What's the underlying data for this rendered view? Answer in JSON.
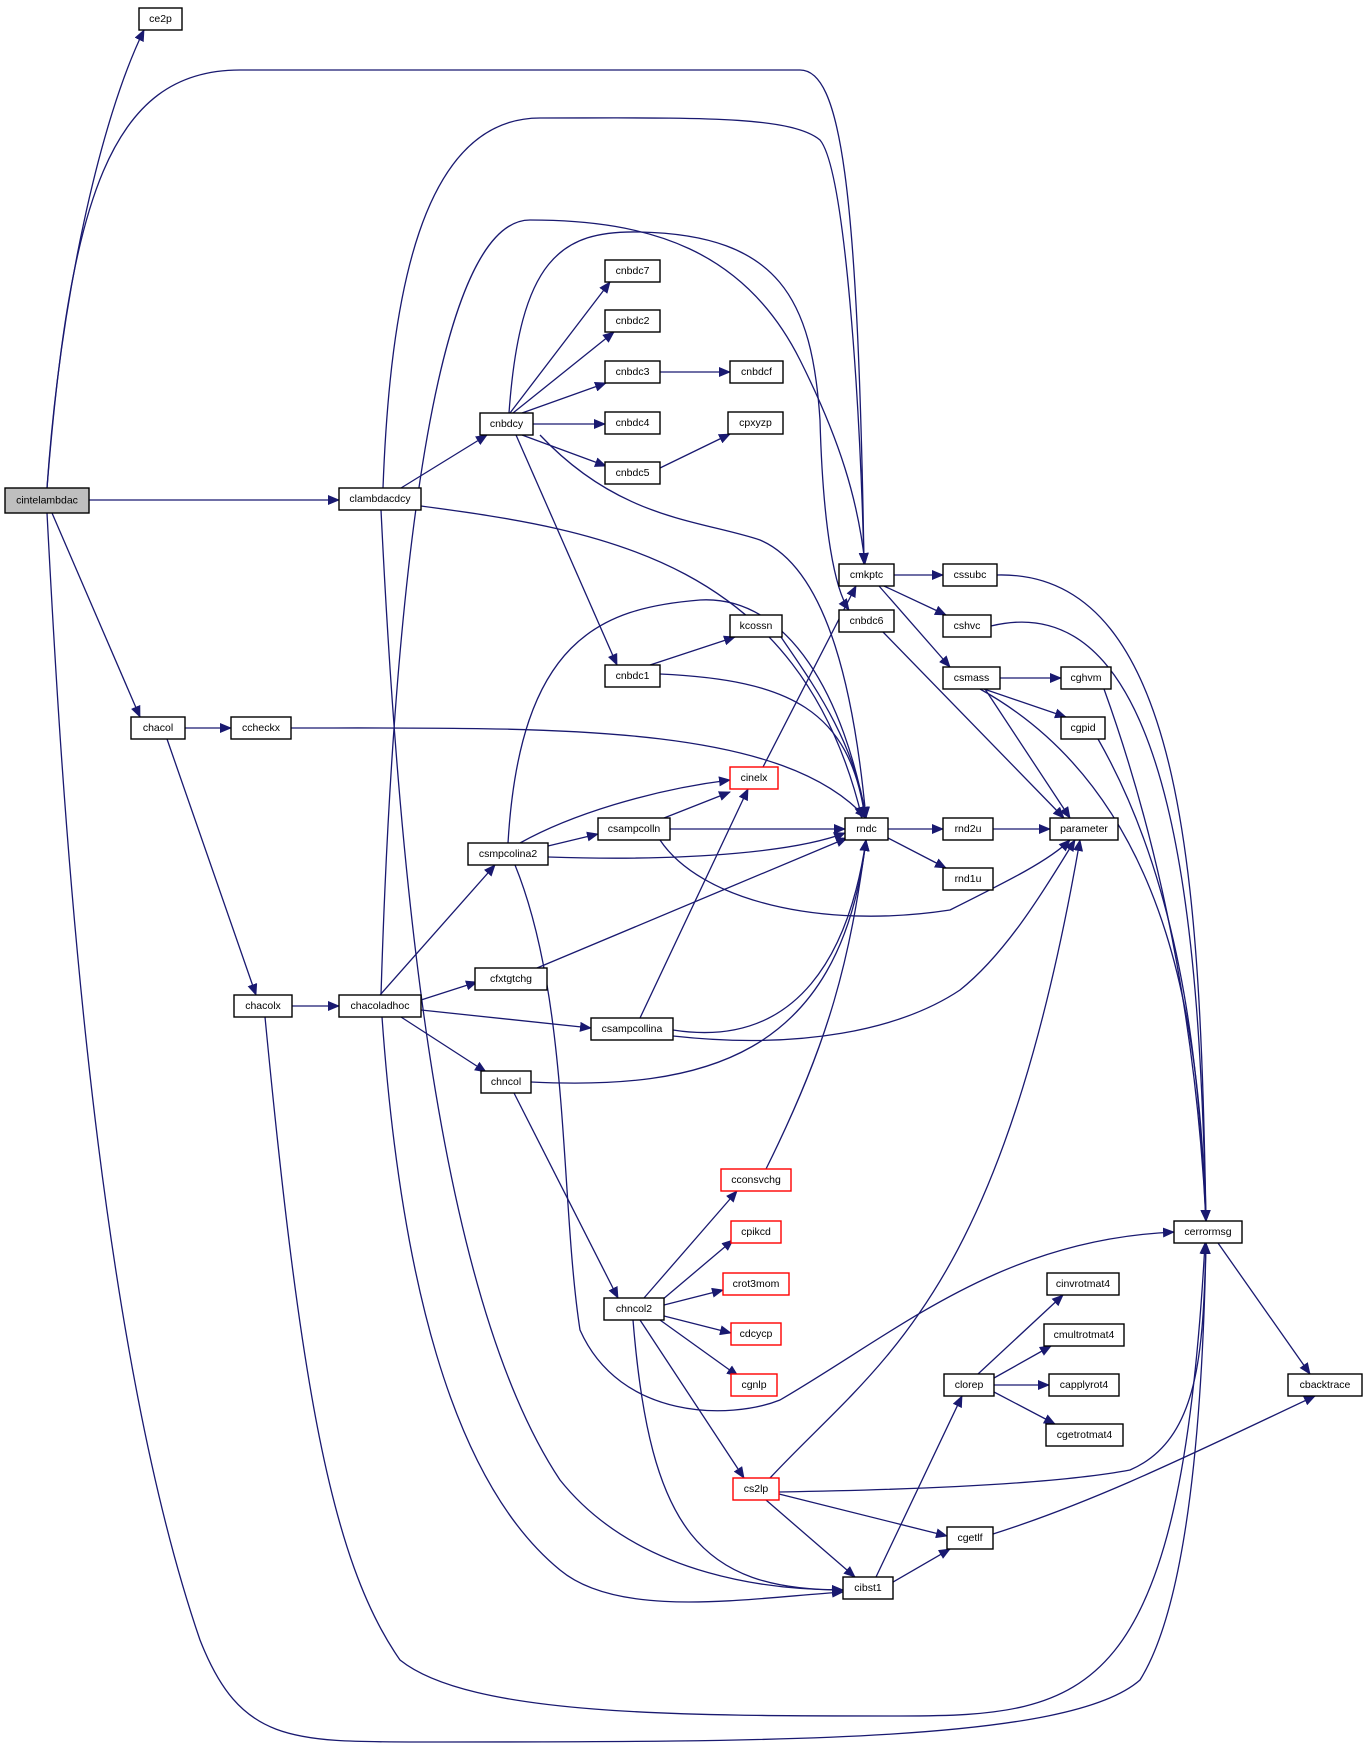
{
  "colors": {
    "edge": "#191970",
    "node_border": "#000000",
    "node_fill": "#ffffff",
    "root_fill": "#bfbfbf",
    "truncated_border": "#ff0000"
  },
  "nodes": [
    {
      "id": "cintelambdac",
      "label": "cintelambdac",
      "style": "root"
    },
    {
      "id": "ce2p",
      "label": "ce2p",
      "style": "normal"
    },
    {
      "id": "clambdacdcy",
      "label": "clambdacdcy",
      "style": "normal"
    },
    {
      "id": "cnbdcy",
      "label": "cnbdcy",
      "style": "normal"
    },
    {
      "id": "cnbdc7",
      "label": "cnbdc7",
      "style": "normal"
    },
    {
      "id": "cnbdc2",
      "label": "cnbdc2",
      "style": "normal"
    },
    {
      "id": "cnbdc3",
      "label": "cnbdc3",
      "style": "normal"
    },
    {
      "id": "cnbdcf",
      "label": "cnbdcf",
      "style": "normal"
    },
    {
      "id": "cnbdc4",
      "label": "cnbdc4",
      "style": "normal"
    },
    {
      "id": "cnbdc5",
      "label": "cnbdc5",
      "style": "normal"
    },
    {
      "id": "cpxyzp",
      "label": "cpxyzp",
      "style": "normal"
    },
    {
      "id": "cmkptc",
      "label": "cmkptc",
      "style": "normal"
    },
    {
      "id": "cssubc",
      "label": "cssubc",
      "style": "normal"
    },
    {
      "id": "cshvc",
      "label": "cshvc",
      "style": "normal"
    },
    {
      "id": "csmass",
      "label": "csmass",
      "style": "normal"
    },
    {
      "id": "cghvm",
      "label": "cghvm",
      "style": "normal"
    },
    {
      "id": "cgpid",
      "label": "cgpid",
      "style": "normal"
    },
    {
      "id": "cnbdc6",
      "label": "cnbdc6",
      "style": "normal"
    },
    {
      "id": "kcossn",
      "label": "kcossn",
      "style": "normal"
    },
    {
      "id": "cnbdc1",
      "label": "cnbdc1",
      "style": "normal"
    },
    {
      "id": "chacol",
      "label": "chacol",
      "style": "normal"
    },
    {
      "id": "ccheckx",
      "label": "ccheckx",
      "style": "normal"
    },
    {
      "id": "cinelx",
      "label": "cinelx",
      "style": "truncated"
    },
    {
      "id": "csampcolln",
      "label": "csampcolln",
      "style": "normal"
    },
    {
      "id": "csmpcolina2",
      "label": "csmpcolina2",
      "style": "normal"
    },
    {
      "id": "rndc",
      "label": "rndc",
      "style": "normal"
    },
    {
      "id": "rnd2u",
      "label": "rnd2u",
      "style": "normal"
    },
    {
      "id": "parameter",
      "label": "parameter",
      "style": "normal"
    },
    {
      "id": "rnd1u",
      "label": "rnd1u",
      "style": "normal"
    },
    {
      "id": "cfxtgtchg",
      "label": "cfxtgtchg",
      "style": "normal"
    },
    {
      "id": "chacolx",
      "label": "chacolx",
      "style": "normal"
    },
    {
      "id": "chacoladhoc",
      "label": "chacoladhoc",
      "style": "normal"
    },
    {
      "id": "csampcollina",
      "label": "csampcollina",
      "style": "normal"
    },
    {
      "id": "chncol",
      "label": "chncol",
      "style": "normal"
    },
    {
      "id": "cconsvchg",
      "label": "cconsvchg",
      "style": "truncated"
    },
    {
      "id": "cerrormsg",
      "label": "cerrormsg",
      "style": "normal"
    },
    {
      "id": "cpikcd",
      "label": "cpikcd",
      "style": "truncated"
    },
    {
      "id": "crot3mom",
      "label": "crot3mom",
      "style": "truncated"
    },
    {
      "id": "cinvrotmat4",
      "label": "cinvrotmat4",
      "style": "normal"
    },
    {
      "id": "chncol2",
      "label": "chncol2",
      "style": "normal"
    },
    {
      "id": "cdcycp",
      "label": "cdcycp",
      "style": "truncated"
    },
    {
      "id": "cmultrotmat4",
      "label": "cmultrotmat4",
      "style": "normal"
    },
    {
      "id": "cgnlp",
      "label": "cgnlp",
      "style": "truncated"
    },
    {
      "id": "clorep",
      "label": "clorep",
      "style": "normal"
    },
    {
      "id": "capplyrot4",
      "label": "capplyrot4",
      "style": "normal"
    },
    {
      "id": "cbacktrace",
      "label": "cbacktrace",
      "style": "normal"
    },
    {
      "id": "cgetrotmat4",
      "label": "cgetrotmat4",
      "style": "normal"
    },
    {
      "id": "cs2lp",
      "label": "cs2lp",
      "style": "truncated"
    },
    {
      "id": "cgetlf",
      "label": "cgetlf",
      "style": "normal"
    },
    {
      "id": "cibst1",
      "label": "cibst1",
      "style": "normal"
    }
  ]
}
